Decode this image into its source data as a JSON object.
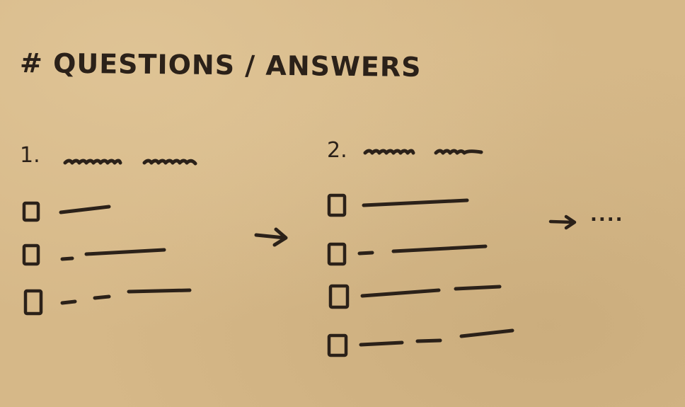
{
  "title": "# QUESTIONS / ANSWERS",
  "questions": [
    {
      "number": "1.",
      "answer_count": 3
    },
    {
      "number": "2.",
      "answer_count": 4
    }
  ],
  "continuation": "....",
  "colors": {
    "paper": "#d6b888",
    "ink": "#2b2119"
  }
}
